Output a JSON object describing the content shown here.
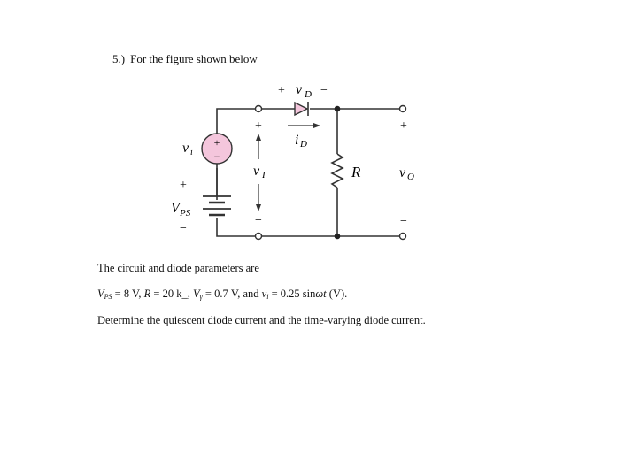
{
  "question": {
    "number": "5.)",
    "prompt": "For the figure shown below"
  },
  "figure": {
    "labels": {
      "vD": "v",
      "vD_sub": "D",
      "vD_plus": "+",
      "vD_minus": "−",
      "iD": "i",
      "iD_sub": "D",
      "vi": "v",
      "vi_sub": "i",
      "source_plus": "+",
      "source_minus": "−",
      "VPS": "V",
      "VPS_sub": "PS",
      "VPS_plus": "+",
      "VPS_minus": "−",
      "vI": "v",
      "vI_sub": "I",
      "vI_plus": "+",
      "vI_minus": "−",
      "R": "R",
      "vO": "v",
      "vO_sub": "O",
      "vO_plus": "+",
      "vO_minus": "−"
    },
    "colors": {
      "wire": "#333333",
      "source_fill": "#f4c6dc",
      "diode_fill": "#f4c6dc"
    }
  },
  "text": {
    "intro": "The circuit and diode parameters are",
    "params": {
      "vps_sym": "V",
      "vps_sub": "PS",
      "vps_val": " = 8 V, ",
      "r_sym": "R",
      "r_val": " = 20 k_, ",
      "vg_sym": "V",
      "vg_sub": "γ",
      "vg_val": " = 0.7 V, and ",
      "vi_sym": "v",
      "vi_sub": "i",
      "vi_val": " = 0.25 sin",
      "omega_t": "ωt",
      "unit": " (V)."
    },
    "task": "Determine the quiescent diode current and the time-varying diode current."
  }
}
